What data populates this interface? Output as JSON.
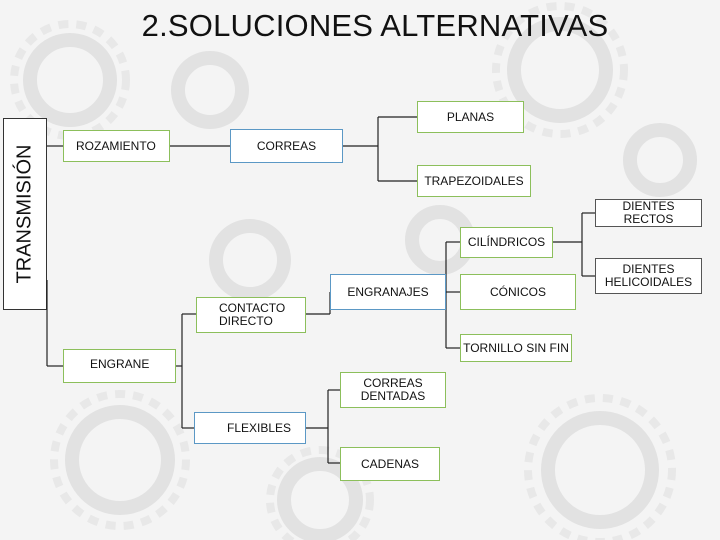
{
  "title": "2.SOLUCIONES ALTERNATIVAS",
  "side_label": "TRANSMISIÓN",
  "nodes": {
    "rozamiento": "ROZAMIENTO",
    "correas": "CORREAS",
    "planas": "PLANAS",
    "trapezoidales": "TRAPEZOIDALES",
    "dientes_rectos": "DIENTES RECTOS",
    "cilindricos": "CILÍNDRICOS",
    "dientes_helicoidales_1": "DIENTES",
    "dientes_helicoidales_2": "HELICOIDALES",
    "engranajes": "ENGRANAJES",
    "conicos": "CÓNICOS",
    "contacto_directo_1": "CONTACTO",
    "contacto_directo_2": "DIRECTO",
    "tornillo_sin_fin": "TORNILLO SIN FIN",
    "engrane": "ENGRANE",
    "correas_dentadas_1": "CORREAS",
    "correas_dentadas_2": "DENTADAS",
    "flexibles": "FLEXIBLES",
    "cadenas": "CADENAS"
  },
  "colors": {
    "green_border": "#8cbf5b",
    "blue_border": "#5b98c5",
    "line": "#222222"
  }
}
